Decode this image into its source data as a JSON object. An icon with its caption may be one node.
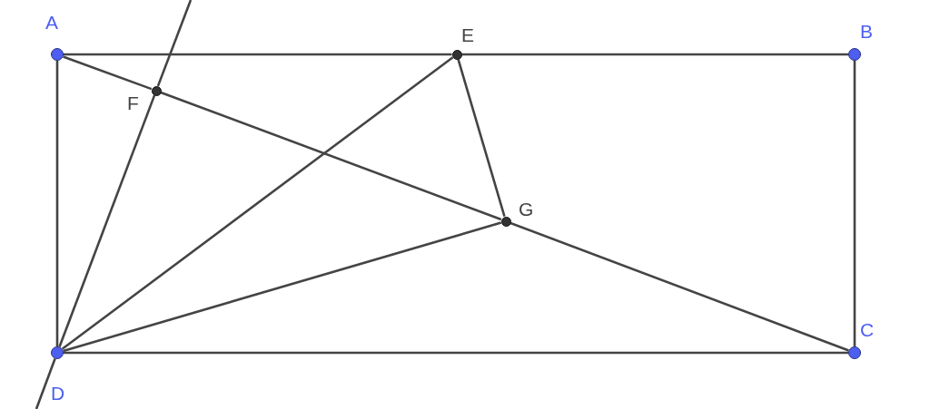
{
  "diagram": {
    "nodes": [
      {
        "text": [],
        "shape": "circle",
        "beside": [
          "A"
        ]
      },
      {
        "text": [],
        "shape": "circle",
        "beside": [
          "B"
        ]
      },
      {
        "text": [],
        "shape": "circle",
        "beside": [
          "C"
        ]
      },
      {
        "text": [],
        "shape": "circle",
        "beside": [
          "D"
        ]
      },
      {
        "text": [],
        "shape": "circle",
        "beside": [
          "E"
        ]
      },
      {
        "text": [],
        "shape": "circle",
        "beside": [
          "F"
        ]
      },
      {
        "text": [],
        "shape": "circle",
        "beside": [
          "G"
        ]
      }
    ],
    "edges": [
      {
        "from": 0,
        "to": 4,
        "arrow": "none"
      },
      {
        "from": 4,
        "to": 1,
        "arrow": "none"
      },
      {
        "from": 1,
        "to": 2,
        "arrow": "none"
      },
      {
        "from": 2,
        "to": 3,
        "arrow": "none"
      },
      {
        "from": 3,
        "to": 0,
        "arrow": "none"
      },
      {
        "from": 0,
        "to": 5,
        "arrow": "none"
      },
      {
        "from": 5,
        "to": 6,
        "arrow": "none"
      },
      {
        "from": 6,
        "to": 2,
        "arrow": "none"
      },
      {
        "from": 3,
        "to": 5,
        "arrow": "none"
      },
      {
        "from": 5,
        "to": null,
        "arrow": "none"
      },
      {
        "from": 3,
        "to": null,
        "arrow": "none"
      },
      {
        "from": 3,
        "to": 4,
        "arrow": "none"
      },
      {
        "from": 3,
        "to": 6,
        "arrow": "none"
      },
      {
        "from": 4,
        "to": 6,
        "arrow": "none"
      }
    ]
  }
}
